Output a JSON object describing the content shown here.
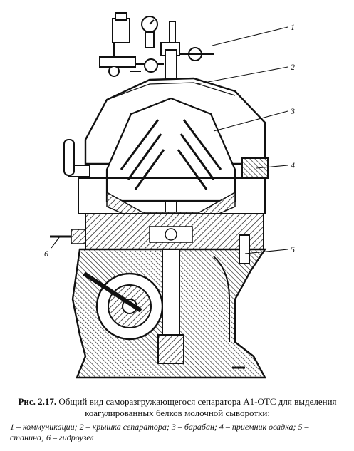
{
  "callouts": [
    {
      "num": "1"
    },
    {
      "num": "2"
    },
    {
      "num": "3"
    },
    {
      "num": "4"
    },
    {
      "num": "5"
    },
    {
      "num": "6"
    }
  ],
  "caption": {
    "label": "Рис. 2.17.",
    "title": "Общий вид саморазгружающегося сепаратора А1-ОТС для выделения коагулированных белков молочной сыворотки:",
    "legend": "1 – коммуникации; 2 – крышка сепаратора; 3 – барабан; 4 – приемник осадка; 5 – станина; 6 – гидроузел"
  }
}
